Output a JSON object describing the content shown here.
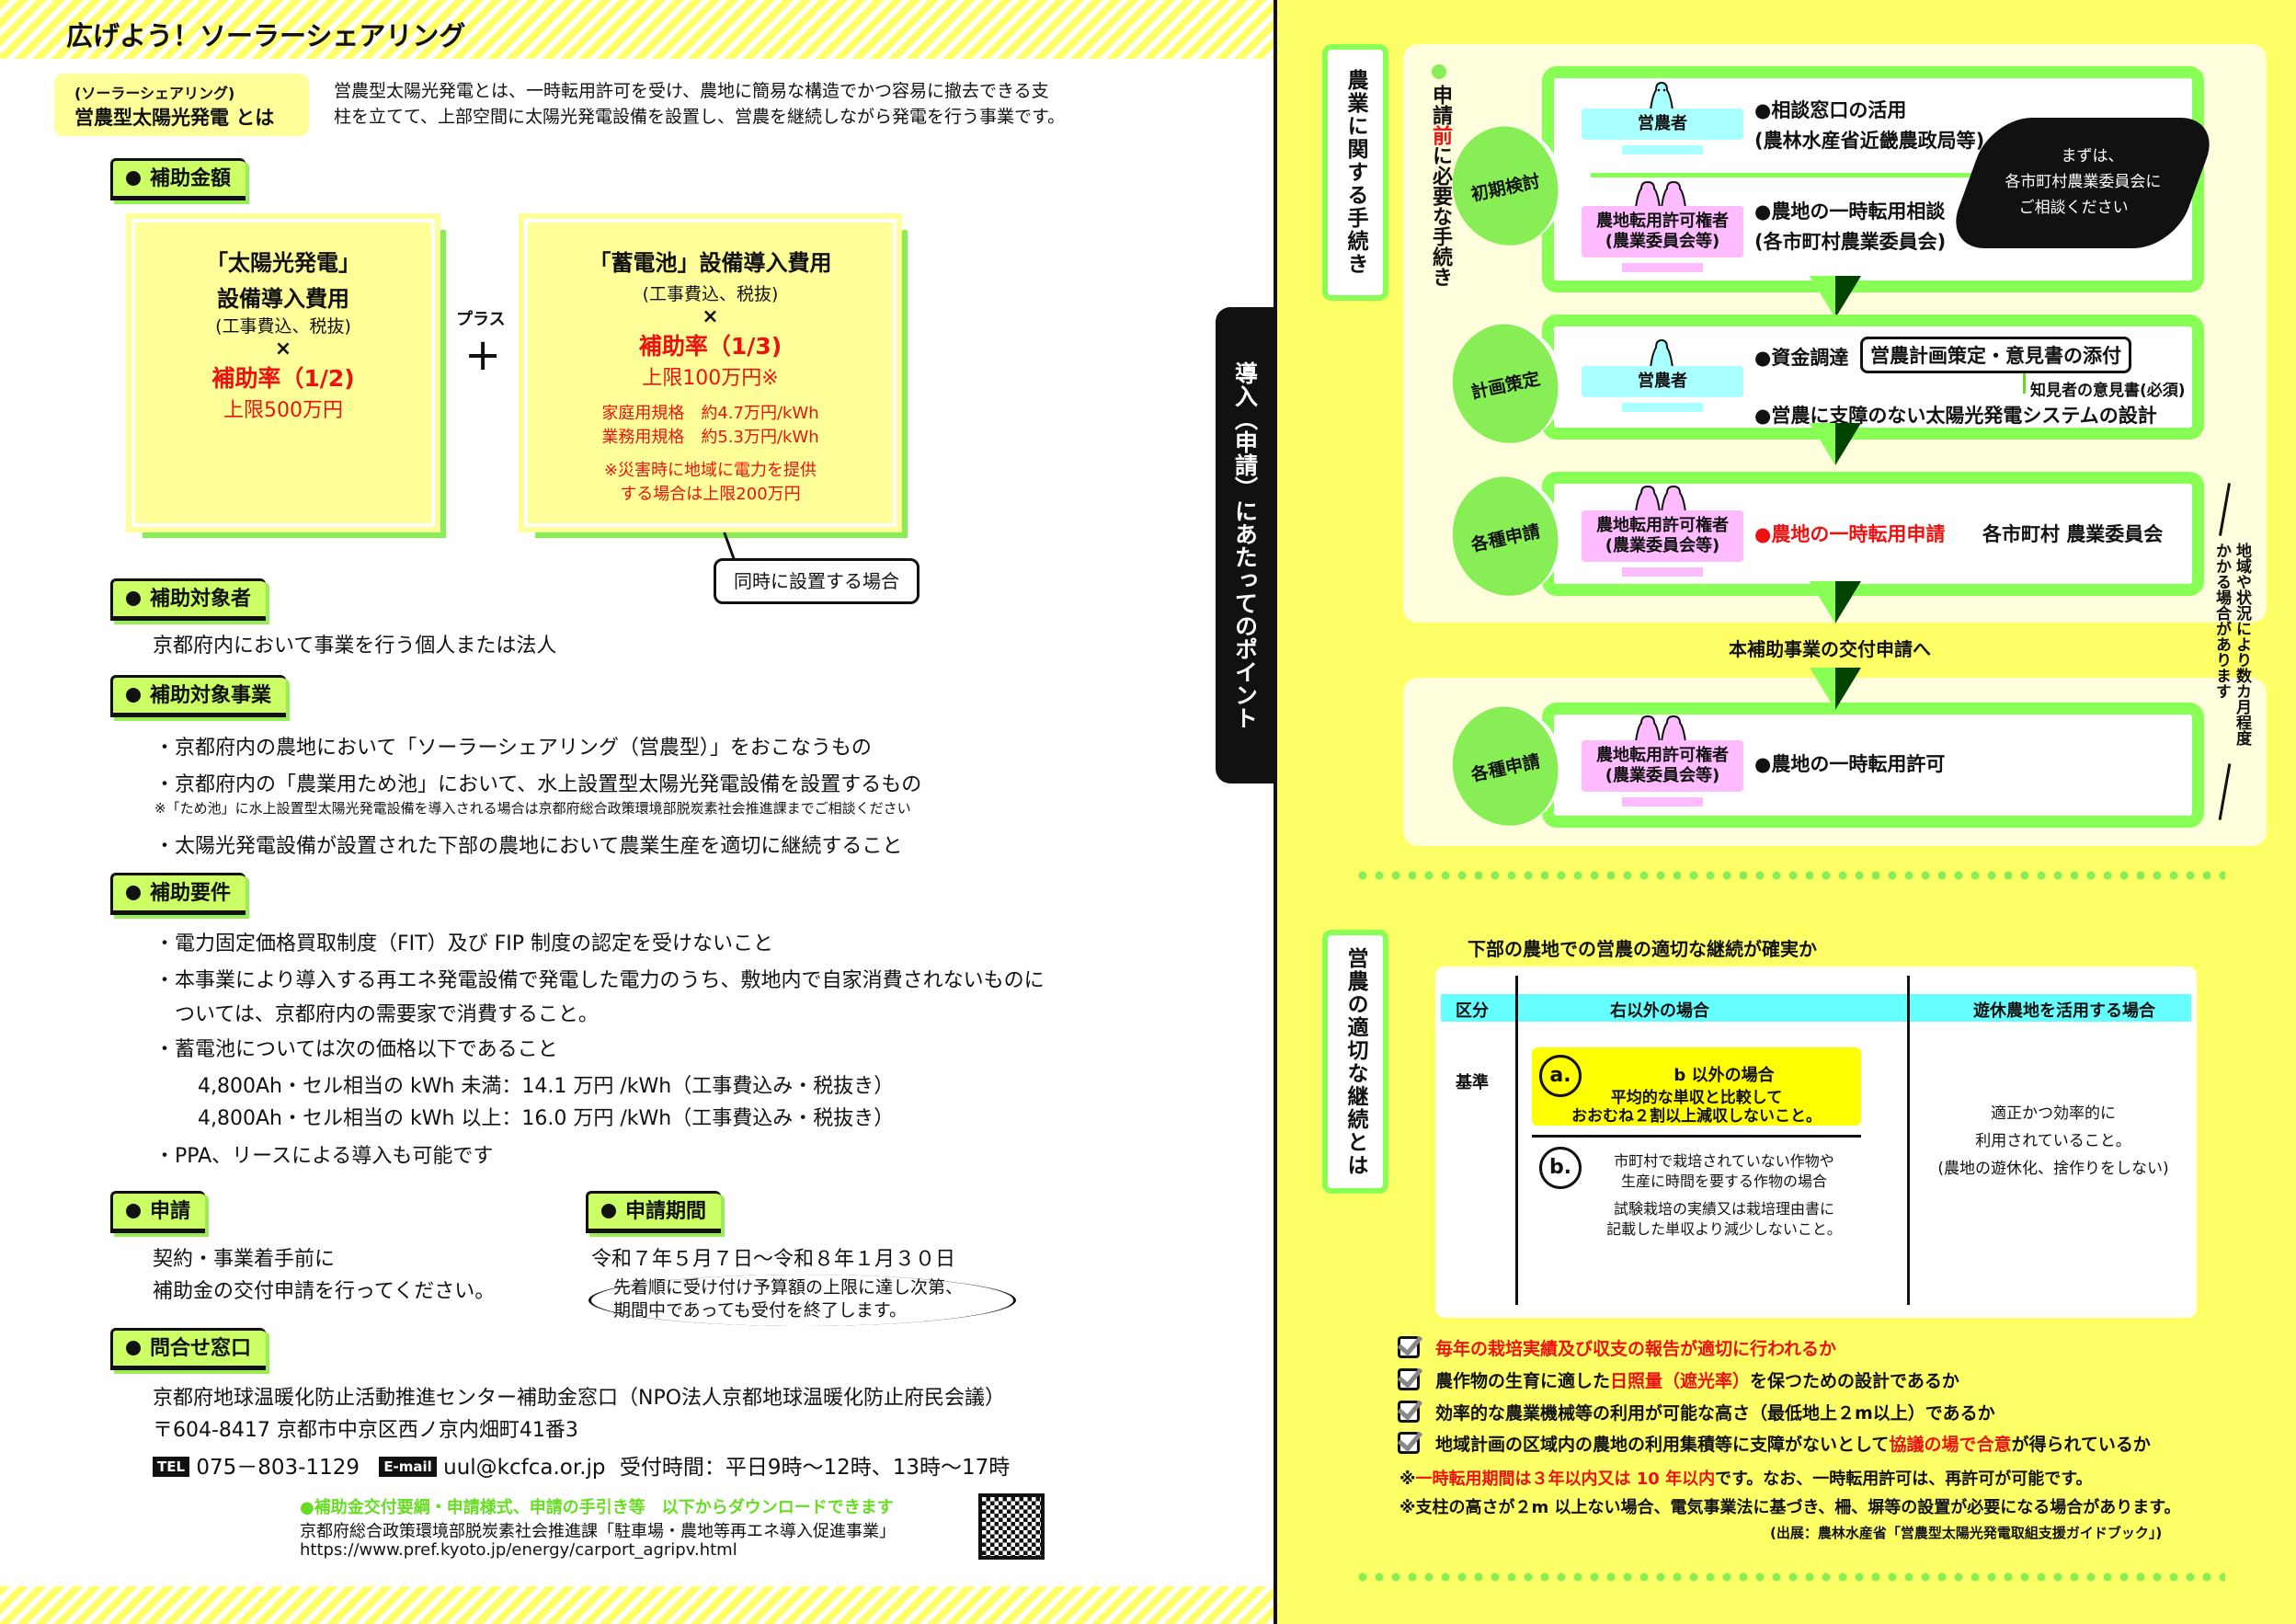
{
  "title": "広げよう！ソーラーシェアリング",
  "definition": {
    "sub": "(ソーラーシェアリング)",
    "term": "営農型太陽光発電 とは",
    "lines": [
      "営農型太陽光発電とは、一時転用許可を受け、農地に簡易な構造でかつ容易に撤去できる支",
      "柱を立てて、上部空間に太陽光発電設備を設置し、営農を継続しながら発電を行う事業です。"
    ]
  },
  "subsidy": {
    "heading": "補助金額",
    "solar": {
      "l1": "「太陽光発電」",
      "l2": "設備導入費用",
      "l3": "(工事費込、税抜)",
      "times": "×",
      "rate": "補助率（1/2)",
      "cap": "上限500万円"
    },
    "plus_label": "プラス",
    "plus": "+",
    "battery": {
      "l1": "「蓄電池」設備導入費用",
      "l2": "(工事費込、税抜)",
      "times": "×",
      "rate": "補助率（1/3)",
      "cap": "上限100万円※",
      "home": "家庭用規格　約4.7万円/kWh",
      "biz": "業務用規格　約5.3万円/kWh",
      "note1": "※災害時に地域に電力を提供",
      "note2": "する場合は上限200万円"
    },
    "callout": "同時に設置する場合"
  },
  "target": {
    "heading": "補助対象者",
    "text": "京都府内において事業を行う個人または法人"
  },
  "projects": {
    "heading": "補助対象事業",
    "items": [
      "・京都府内の農地において「ソーラーシェアリング（営農型）」をおこなうもの",
      "・京都府内の「農業用ため池」において、水上設置型太陽光発電設備を設置するもの",
      "・太陽光発電設備が設置された下部の農地において農業生産を適切に継続すること"
    ],
    "note": "※「ため池」に水上設置型太陽光発電設備を導入される場合は京都府総合政策環境部脱炭素社会推進課までご相談ください"
  },
  "requirements": {
    "heading": "補助要件",
    "items": [
      "・電力固定価格買取制度（FIT）及び FIP 制度の認定を受けないこと",
      "・本事業により導入する再エネ発電設備で発電した電力のうち、敷地内で自家消費されないものに",
      "　ついては、京都府内の需要家で消費すること。",
      "・蓄電池については次の価格以下であること",
      "4,800Ah・セル相当の kWh 未満：14.1 万円 /kWh（工事費込み・税抜き）",
      "4,800Ah・セル相当の kWh 以上：16.0 万円 /kWh（工事費込み・税抜き）",
      "・PPA、リースによる導入も可能です"
    ]
  },
  "apply": {
    "heading": "申請",
    "l1": "契約・事業着手前に",
    "l2": "補助金の交付申請を行ってください。"
  },
  "period": {
    "heading": "申請期間",
    "range": "令和７年５月７日～令和８年１月３０日",
    "n1": "先着順に受け付け予算額の上限に達し次第、",
    "n2": "期間中であっても受付を終了します。"
  },
  "contact": {
    "heading": "問合せ窓口",
    "org": "京都府地球温暖化防止活動推進センター補助金窓口（NPO法人京都地球温暖化防止府民会議）",
    "address": "〒604-8417 京都市中京区西ノ京内畑町41番3",
    "tel_label": "TEL",
    "tel": "075－803-1129",
    "email_label": "E-mail",
    "email": "uul@kcfca.or.jp",
    "hours": "受付時間：平日9時～12時、13時～17時"
  },
  "download": {
    "lead": "●補助金交付要綱・申請様式、申請の手引き等　以下からダウンロードできます",
    "dept": "京都府総合政策環境部脱炭素社会推進課「駐車場・農地等再エネ導入促進事業」",
    "url": "https://www.pref.kyoto.jp/energy/carport_agripv.html"
  },
  "side_tab": "導入（申請）にあたってのポイント",
  "procedures": {
    "label": "農業に関する手続き",
    "pre_a": "申請",
    "pre_red": "前",
    "pre_b": "に必要な手続き",
    "steps": [
      {
        "stage": "初期検討",
        "rows": [
          {
            "role": "営農者",
            "items": [
              "●相談窓口の活用",
              "(農林水産省近畿農政局等)"
            ]
          },
          {
            "role": "農地転用許可権者\n(農業委員会等)",
            "items": [
              "●農地の一時転用相談",
              "(各市町村農業委員会)"
            ]
          }
        ],
        "cloud": [
          "まずは、",
          "各市町村農業委員会に",
          "ご相談ください"
        ]
      },
      {
        "stage": "計画策定",
        "role": "営農者",
        "fund": "●資金調達",
        "plan": "営農計画策定・意見書の添付",
        "opinion": "知見者の意見書(必須)",
        "design": "●営農に支障のない太陽光発電システムの設計"
      },
      {
        "stage": "各種申請",
        "role": "農地転用許可権者\n(農業委員会等)",
        "item": "●農地の一時転用申請",
        "org": "各市町村 農業委員会"
      }
    ],
    "to_grant": "本補助事業の交付申請へ",
    "final": {
      "stage": "各種申請",
      "role": "農地転用許可権者\n(農業委員会等)",
      "item": "●農地の一時転用許可"
    },
    "duration_note": "地域や状況により数カ月程度かかる場合があります"
  },
  "continuation": {
    "label": "営農の適切な継続とは",
    "heading": "下部の農地での営農の適切な継続が確実か",
    "table": {
      "h_kubun": "区分",
      "h_other": "右以外の場合",
      "h_idle": "遊休農地を活用する場合",
      "row_label": "基準",
      "a_badge": "a.",
      "a_title": "b 以外の場合",
      "a_l1": "平均的な単収と比較して",
      "a_l2": "おおむね２割以上減収しないこと。",
      "b_badge": "b.",
      "b_l1": "市町村で栽培されていない作物や",
      "b_l2": "生産に時間を要する作物の場合",
      "b_l3": "試験栽培の実績又は栽培理由書に",
      "b_l4": "記載した単収より減少しないこと。",
      "idle_l1": "適正かつ効率的に",
      "idle_l2": "利用されていること。",
      "idle_l3": "(農地の遊休化、捨作りをしない)"
    },
    "checklist": [
      {
        "pre": "",
        "red": "毎年の栽培実績及び収支の報告が適切に行われるか",
        "post": ""
      },
      {
        "pre": "農作物の生育に適した",
        "red": "日照量（遮光率）",
        "post": "を保つための設計であるか"
      },
      {
        "pre": "効率的な農業機械等の利用が可能な高さ（最低地上２m以上）であるか",
        "red": "",
        "post": ""
      },
      {
        "pre": "地域計画の区域内の農地の利用集積等に支障がないとして",
        "red": "協議の場で合意",
        "post": "が得られているか"
      }
    ],
    "note1": {
      "pre": "※",
      "red": "一時転用期間は３年以内又は 10 年以内",
      "post": "です。なお、一時転用許可は、再許可が可能です。"
    },
    "note2": "※支柱の高さが２m 以上ない場合、電気事業法に基づき、柵、塀等の設置が必要になる場合があります。",
    "source": "(出展：農林水産省「営農型太陽光発電取組支援ガイドブック」)"
  },
  "colors": {
    "green": "#88ff55",
    "yellow": "#ffff66",
    "red": "#ee1111",
    "cyan": "#66ffff",
    "pink": "#ffbbff"
  }
}
